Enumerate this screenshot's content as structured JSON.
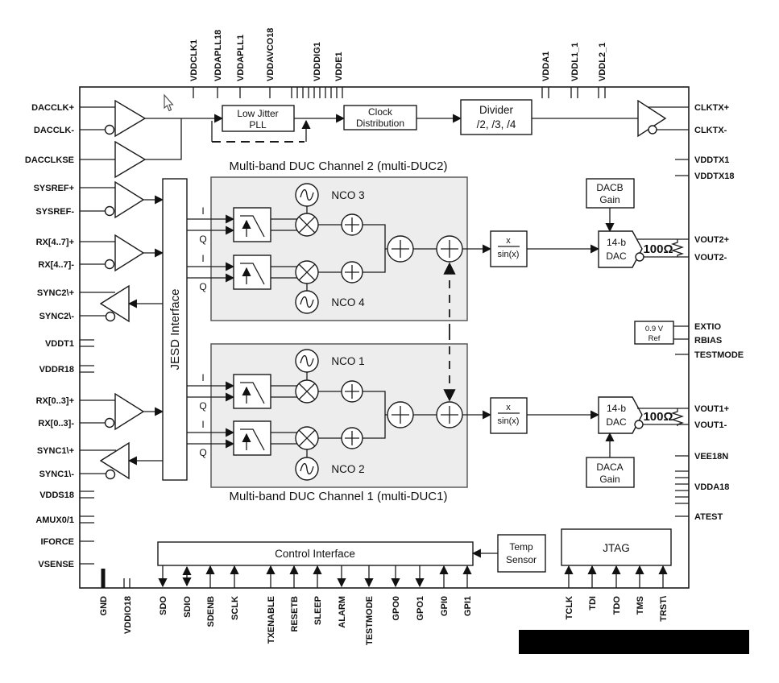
{
  "diagram_type": "chip functional block diagram",
  "pins": {
    "top": [
      "VDDCLK1",
      "VDDAPLL18",
      "VDDAPLL1",
      "VDDAVCO18",
      "VDDDIG1",
      "VDDE1",
      "VDDA1",
      "VDDL1_1",
      "VDDL2_1"
    ],
    "left": [
      "DACCLK+",
      "DACCLK-",
      "DACCLKSE",
      "SYSREF+",
      "SYSREF-",
      "RX[4..7]+",
      "RX[4..7]-",
      "SYNC2\\+",
      "SYNC2\\-",
      "VDDT1",
      "VDDR18",
      "RX[0..3]+",
      "RX[0..3]-",
      "SYNC1\\+",
      "SYNC1\\-",
      "VDDS18",
      "AMUX0/1",
      "IFORCE",
      "VSENSE"
    ],
    "right": [
      "CLKTX+",
      "CLKTX-",
      "VDDTX1",
      "VDDTX18",
      "VOUT2+",
      "VOUT2-",
      "EXTIO",
      "RBIAS",
      "TESTMODE",
      "VOUT1+",
      "VOUT1-",
      "VEE18N",
      "VDDA18",
      "ATEST"
    ],
    "bottom": [
      "GND",
      "VDDIO18",
      "SDO",
      "SDIO",
      "SDENB",
      "SCLK",
      "TXENABLE",
      "RESETB",
      "SLEEP",
      "ALARM",
      "TESTMODE",
      "GPO0",
      "GPO1",
      "GPI0",
      "GPI1",
      "TCLK",
      "TDI",
      "TDO",
      "TMS",
      "TRST\\"
    ]
  },
  "blocks": {
    "pll_l1": "Low Jitter",
    "pll_l2": "PLL",
    "clockdist_l1": "Clock",
    "clockdist_l2": "Distribution",
    "divider_l1": "Divider",
    "divider_l2": "/2, /3, /4",
    "jesd": "JESD Interface",
    "duc2_title": "Multi-band DUC Channel 2 (multi-DUC2)",
    "duc1_title": "Multi-band DUC Channel 1 (multi-DUC1)",
    "nco1": "NCO 1",
    "nco2": "NCO 2",
    "nco3": "NCO 3",
    "nco4": "NCO 4",
    "sinx_num": "x",
    "sinx_den": "sin(x)",
    "dac_l1": "14-b",
    "dac_l2": "DAC",
    "dacb_l1": "DACB",
    "dacb_l2": "Gain",
    "daca_l1": "DACA",
    "daca_l2": "Gain",
    "ref_l1": "0.9 V",
    "ref_l2": "Ref",
    "temp_l1": "Temp",
    "temp_l2": "Sensor",
    "control": "Control Interface",
    "jtag": "JTAG",
    "resistor_label": "100Ω",
    "i_label": "I",
    "q_label": "Q"
  },
  "colors": {
    "line": "#1a1a1a",
    "duc_fill": "#ededed",
    "duc_border": "#5a5a5a",
    "redaction_bar": "#000000"
  }
}
